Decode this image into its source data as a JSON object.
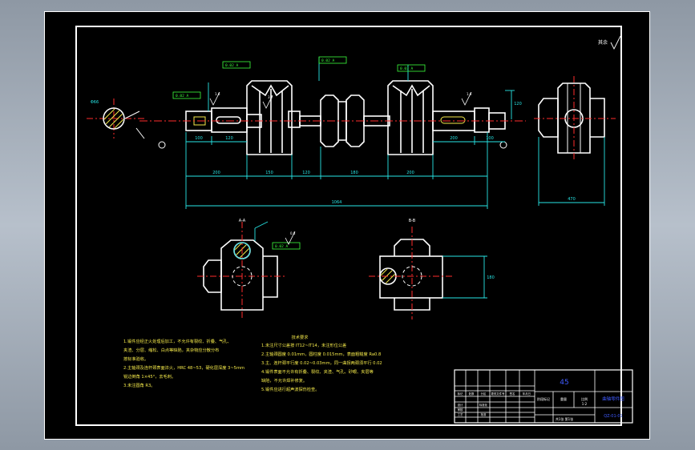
{
  "drawing": {
    "section_labels": {
      "a": "A-A",
      "b": "B-B"
    },
    "surface_finish_note": "其余",
    "dimensions": {
      "overall_length": "1064",
      "seg1": "200",
      "seg2": "150",
      "seg3": "120",
      "seg4": "180",
      "seg5": "200",
      "side_width": "470",
      "section_b_height": "180",
      "left_small1": "100",
      "left_small2": "120",
      "right_small1": "200",
      "right_small2": "100",
      "bearing_dia": "Φ66",
      "height_right": "120"
    },
    "tolerance_frames": [
      "0.02 A",
      "0.02 A",
      "0.02 A",
      "0.03 A",
      "0.02 A"
    ],
    "roughness_marks": [
      "1.6",
      "3.2",
      "1.6",
      "0.8"
    ],
    "tech_requirements": {
      "title": "技术要求",
      "left": [
        "1.锻件应经正火处理后加工，不允许有裂纹、折叠、气孔、",
        "夹渣、分层、缩松、白点等缺陷，夹杂物应分散分布",
        "按标准验收。",
        "2.主轴颈及连杆颈表面淬火，HRC 48~53，硬化层深度 3~5mm",
        "锐边倒角 1×45°，去毛刺。",
        "3.未注圆角 R3。"
      ],
      "right": [
        "1.未注尺寸公差按 IT12~IT14，未注形位公差",
        "2.主轴颈圆度 0.01mm，圆柱度 0.015mm，表面粗糙度 Ra0.8",
        "3.主、连杆颈平行度 0.02~0.03mm，同一曲拐两颈须平行 0.02",
        "4.锻件表面不允许有折叠、裂纹、夹渣、气孔、砂眼、夹层等",
        "缺陷，不允许焊补修复。",
        "5.锻件应进行超声波探伤检查。"
      ]
    },
    "title_block": {
      "material": "45",
      "name": "曲轴零件图",
      "drawing_no": "QZ-01-01",
      "scale": "1:2",
      "sheet": "共1张 第1张",
      "labels": [
        "标记",
        "处数",
        "分区",
        "更改文件号",
        "签名",
        "年月日"
      ],
      "row_labels": [
        "设计",
        "审核",
        "工艺"
      ],
      "std": "标准化",
      "approve": "批准",
      "stage": "阶段标记",
      "weight": "重量",
      "ratio": "比例"
    }
  }
}
